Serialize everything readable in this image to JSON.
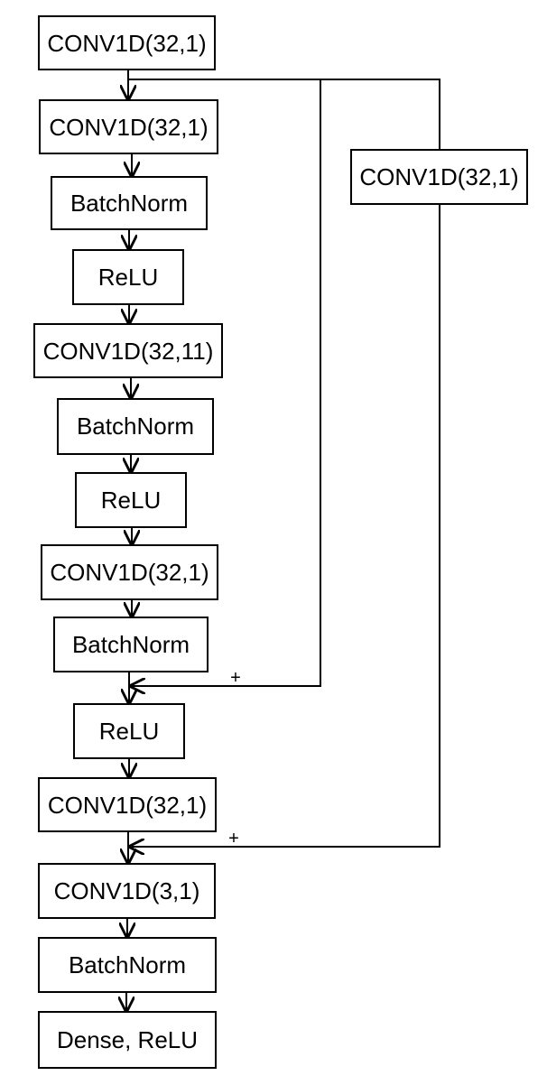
{
  "diagram": {
    "nodes": [
      {
        "id": "conv1",
        "label": "CONV1D(32,1)"
      },
      {
        "id": "conv2",
        "label": "CONV1D(32,1)"
      },
      {
        "id": "bn1",
        "label": "BatchNorm"
      },
      {
        "id": "relu1",
        "label": "ReLU"
      },
      {
        "id": "conv3",
        "label": "CONV1D(32,11)"
      },
      {
        "id": "bn2",
        "label": "BatchNorm"
      },
      {
        "id": "relu2",
        "label": "ReLU"
      },
      {
        "id": "conv4",
        "label": "CONV1D(32,1)"
      },
      {
        "id": "bn3",
        "label": "BatchNorm"
      },
      {
        "id": "relu3",
        "label": "ReLU"
      },
      {
        "id": "conv5",
        "label": "CONV1D(32,1)"
      },
      {
        "id": "conv6",
        "label": "CONV1D(3,1)"
      },
      {
        "id": "bn4",
        "label": "BatchNorm"
      },
      {
        "id": "dense",
        "label": "Dense, ReLU"
      },
      {
        "id": "conv_side",
        "label": "CONV1D(32,1)"
      }
    ],
    "edges": [
      {
        "from": "conv1",
        "to": "conv2"
      },
      {
        "from": "conv2",
        "to": "bn1"
      },
      {
        "from": "bn1",
        "to": "relu1"
      },
      {
        "from": "relu1",
        "to": "conv3"
      },
      {
        "from": "conv3",
        "to": "bn2"
      },
      {
        "from": "bn2",
        "to": "relu2"
      },
      {
        "from": "relu2",
        "to": "conv4"
      },
      {
        "from": "conv4",
        "to": "bn3"
      },
      {
        "from": "bn3",
        "to": "relu3"
      },
      {
        "from": "conv1",
        "to": "relu3",
        "type": "skip-add"
      },
      {
        "from": "relu3",
        "to": "conv5"
      },
      {
        "from": "conv5",
        "to": "conv6"
      },
      {
        "from": "conv1",
        "to": "conv_side"
      },
      {
        "from": "conv_side",
        "to": "conv6",
        "type": "skip-add"
      },
      {
        "from": "conv6",
        "to": "bn4"
      },
      {
        "from": "bn4",
        "to": "dense"
      }
    ],
    "merge_symbol": "+"
  }
}
